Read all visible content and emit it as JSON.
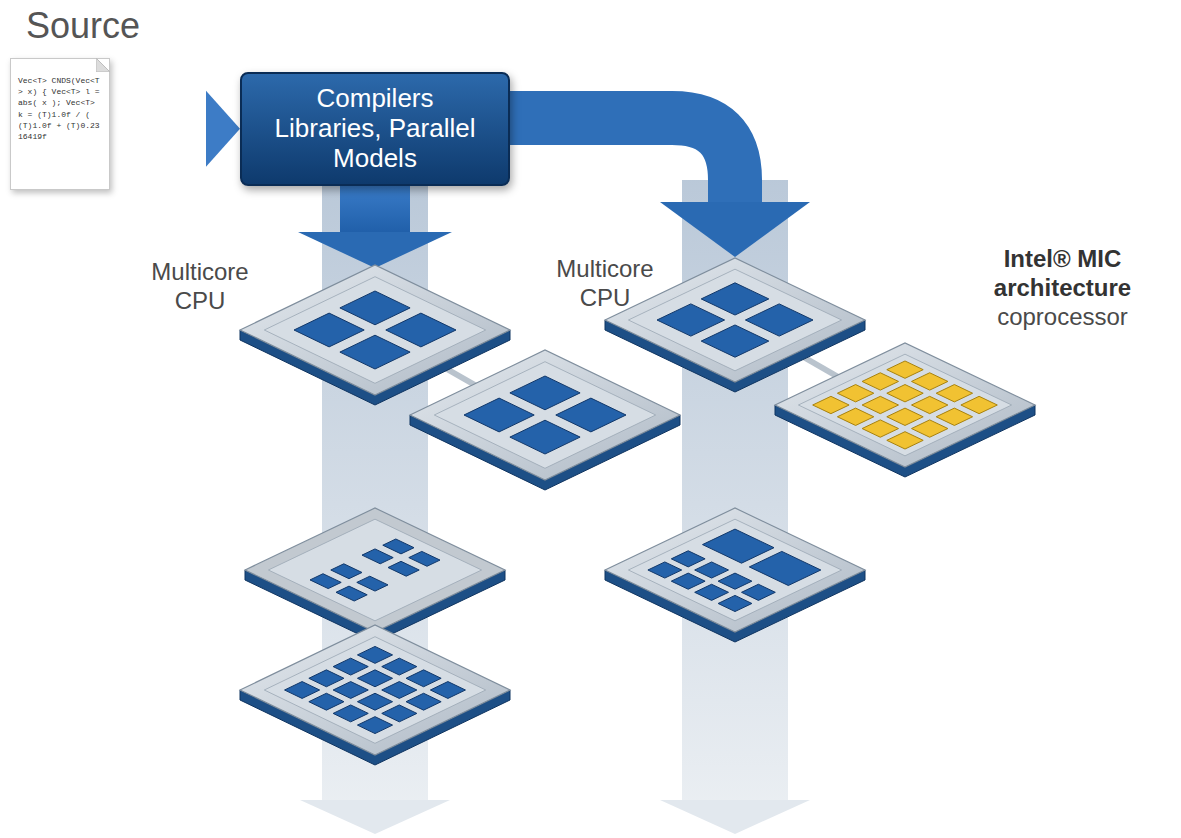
{
  "diagram": {
    "nodes": [
      {
        "text": [
          "Vec<T> CNDS(Vec<T> x) { Vec<T> l = abs( x ); Vec<T> k = (T)1.0f / ( (T)1.0f + (T)0.2316419f"
        ]
      },
      {
        "text": [
          "Compilers Libraries, Parallel Models"
        ]
      }
    ],
    "edges": [
      {
        "from": 0,
        "to": 1,
        "arrow": "to"
      }
    ],
    "labels": [
      "Source",
      "Multicore CPU",
      "Multicore CPU",
      "Intel® MIC architecture",
      "coprocessor"
    ]
  }
}
